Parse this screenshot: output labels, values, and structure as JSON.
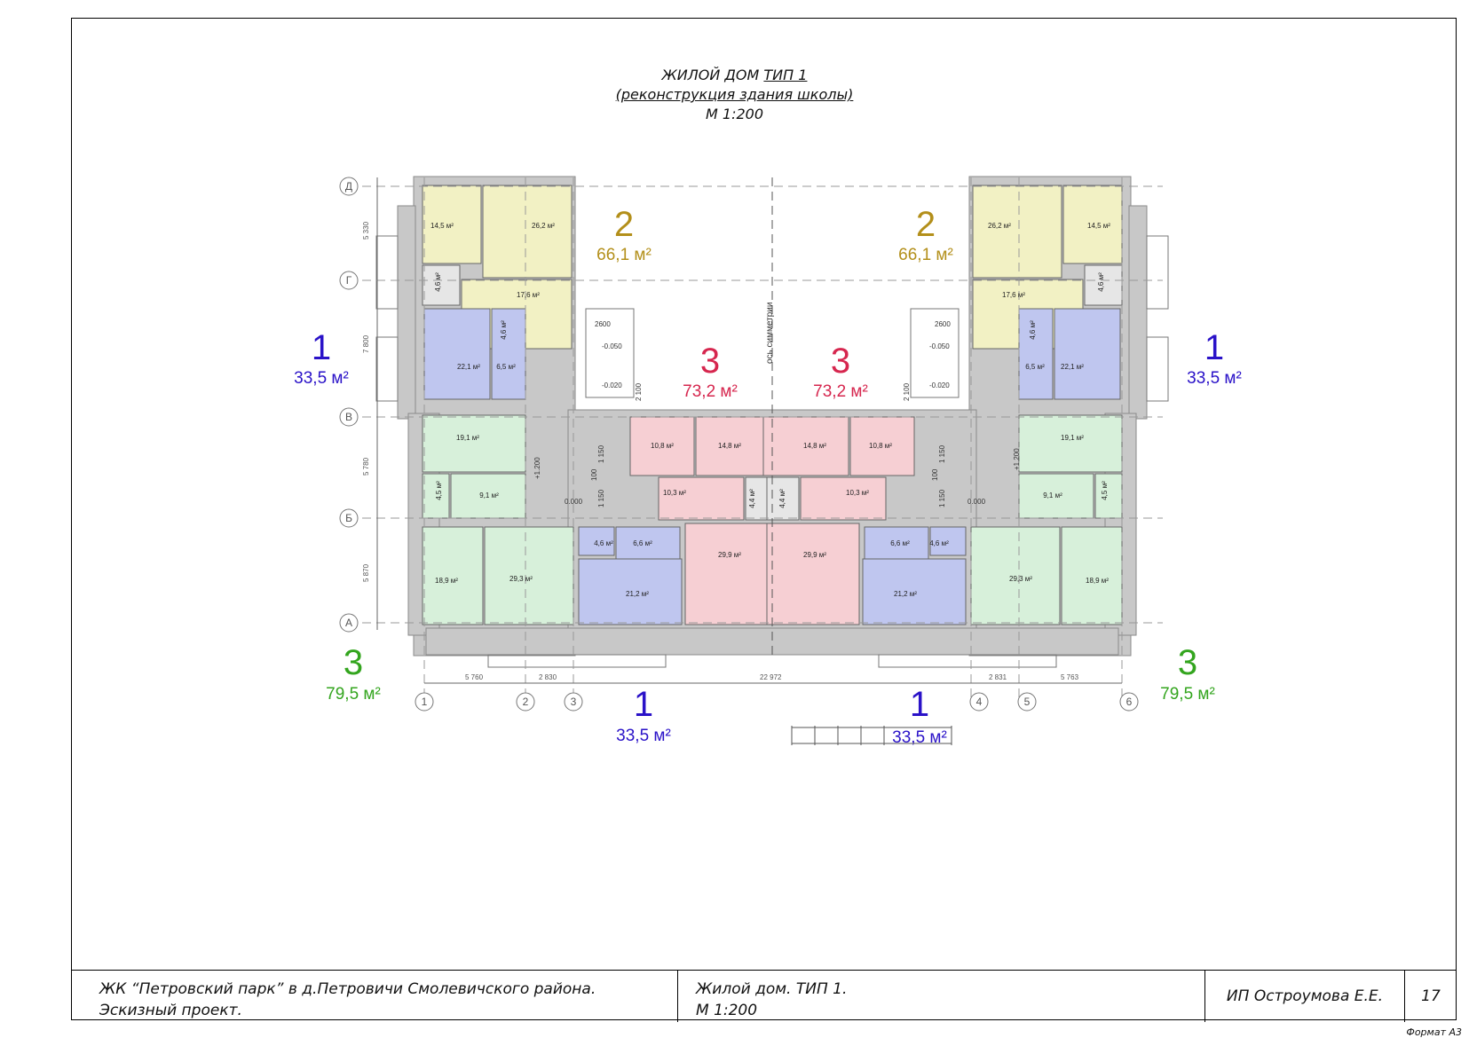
{
  "title": {
    "line1_prefix": "ЖИЛОЙ ДОМ ",
    "line1_type": "ТИП 1",
    "line2": "(реконструкция здания школы)",
    "line3": "М 1:200"
  },
  "colors": {
    "apt1": "#2a12c8",
    "apt2": "#b38f1a",
    "apt3_red": "#d6264e",
    "apt3_green": "#33a51e",
    "room_yellow": "#f2f1c4",
    "room_blue": "#bfc6ef",
    "room_green": "#d7f0da",
    "room_pink": "#f6cfd3",
    "wall": "#c8c8c8"
  },
  "apartments": {
    "a2_left": {
      "num": "2",
      "area": "66,1 м²"
    },
    "a2_right": {
      "num": "2",
      "area": "66,1 м²"
    },
    "a1_left": {
      "num": "1",
      "area": "33,5 м²"
    },
    "a1_right": {
      "num": "1",
      "area": "33,5 м²"
    },
    "a3_mid_left": {
      "num": "3",
      "area": "73,2 м²"
    },
    "a3_mid_right": {
      "num": "3",
      "area": "73,2 м²"
    },
    "a3_green_left": {
      "num": "3",
      "area": "79,5 м²"
    },
    "a3_green_right": {
      "num": "3",
      "area": "79,5 м²"
    },
    "a1_bottom_left": {
      "num": "1",
      "area": "33,5 м²"
    },
    "a1_bottom_right": {
      "num": "1",
      "area": "33,5 м²"
    }
  },
  "rooms": {
    "r_145_l": "14,5 м²",
    "r_262_l": "26,2 м²",
    "r_176_l": "17,6 м²",
    "r_46_l": "4,6 м²",
    "r_221_l": "22,1 м²",
    "r_65_l": "6,5 м²",
    "r_46b_l": "4,6 м²",
    "r_191_l": "19,1 м²",
    "r_91_l": "9,1 м²",
    "r_45_l": "4,5 м²",
    "r_189_l": "18,9 м²",
    "r_293_l": "29,3 м²",
    "r_46c_l": "4,6 м²",
    "r_66_l": "6,6 м²",
    "r_212_l": "21,2 м²",
    "r_108_l": "10,8 м²",
    "r_148_l": "14,8 м²",
    "r_103_l": "10,3 м²",
    "r_44_l": "4,4 м²",
    "r_299_l": "29,9 м²",
    "r_145_r": "14,5 м²",
    "r_262_r": "26,2 м²",
    "r_176_r": "17,6 м²",
    "r_46_r": "4,6 м²",
    "r_221_r": "22,1 м²",
    "r_65_r": "6,5 м²",
    "r_46b_r": "4,6 м²",
    "r_191_r": "19,1 м²",
    "r_91_r": "9,1 м²",
    "r_45_r": "4,5 м²",
    "r_189_r": "18,9 м²",
    "r_293_r": "29,3 м²",
    "r_46c_r": "4,6 м²",
    "r_66_r": "6,6 м²",
    "r_212_r": "21,2 м²",
    "r_108_r": "10,8 м²",
    "r_148_r": "14,8 м²",
    "r_103_r": "10,3 м²",
    "r_44_r": "4,4 м²",
    "r_299_r": "29,9 м²"
  },
  "axes": {
    "rows": [
      "Д",
      "Г",
      "В",
      "Б",
      "А"
    ],
    "cols": [
      "1",
      "2",
      "3",
      "4",
      "5",
      "6"
    ],
    "row_dims": [
      "5 330",
      "7 800",
      "5 780",
      "5 870"
    ],
    "col_dims": [
      "5 760",
      "2 830",
      "22 972",
      "2 831",
      "5 763"
    ]
  },
  "marks": {
    "symmetry": "ось симметрии",
    "dim_2600_l": "2600",
    "dim_2600_r": "2600",
    "lvl_m050_l": "-0.050",
    "lvl_m020_l": "-0.020",
    "lvl_m050_r": "-0.050",
    "lvl_m020_r": "-0.020",
    "dim_2100_l": "2 100",
    "dim_2100_r": "2 100",
    "lvl_000_l": "0.000",
    "lvl_000_r": "0.000",
    "lvl_1200_l": "+1.200",
    "lvl_1200_r": "+1.200",
    "dim_1150a_l": "1 150",
    "dim_100_l": "100",
    "dim_1150b_l": "1 150",
    "dim_1150a_r": "1 150",
    "dim_100_r": "100",
    "dim_1150b_r": "1 150"
  },
  "stamp": {
    "project_line1": "ЖК “Петровский парк” в д.Петровичи Смолевичского района.",
    "project_line2": "Эскизный проект.",
    "sheet_line1": "Жилой  дом.  ТИП  1.",
    "sheet_line2": "М 1:200",
    "author": "ИП Остроумова Е.Е.",
    "page": "17",
    "format": "Формат А3"
  }
}
